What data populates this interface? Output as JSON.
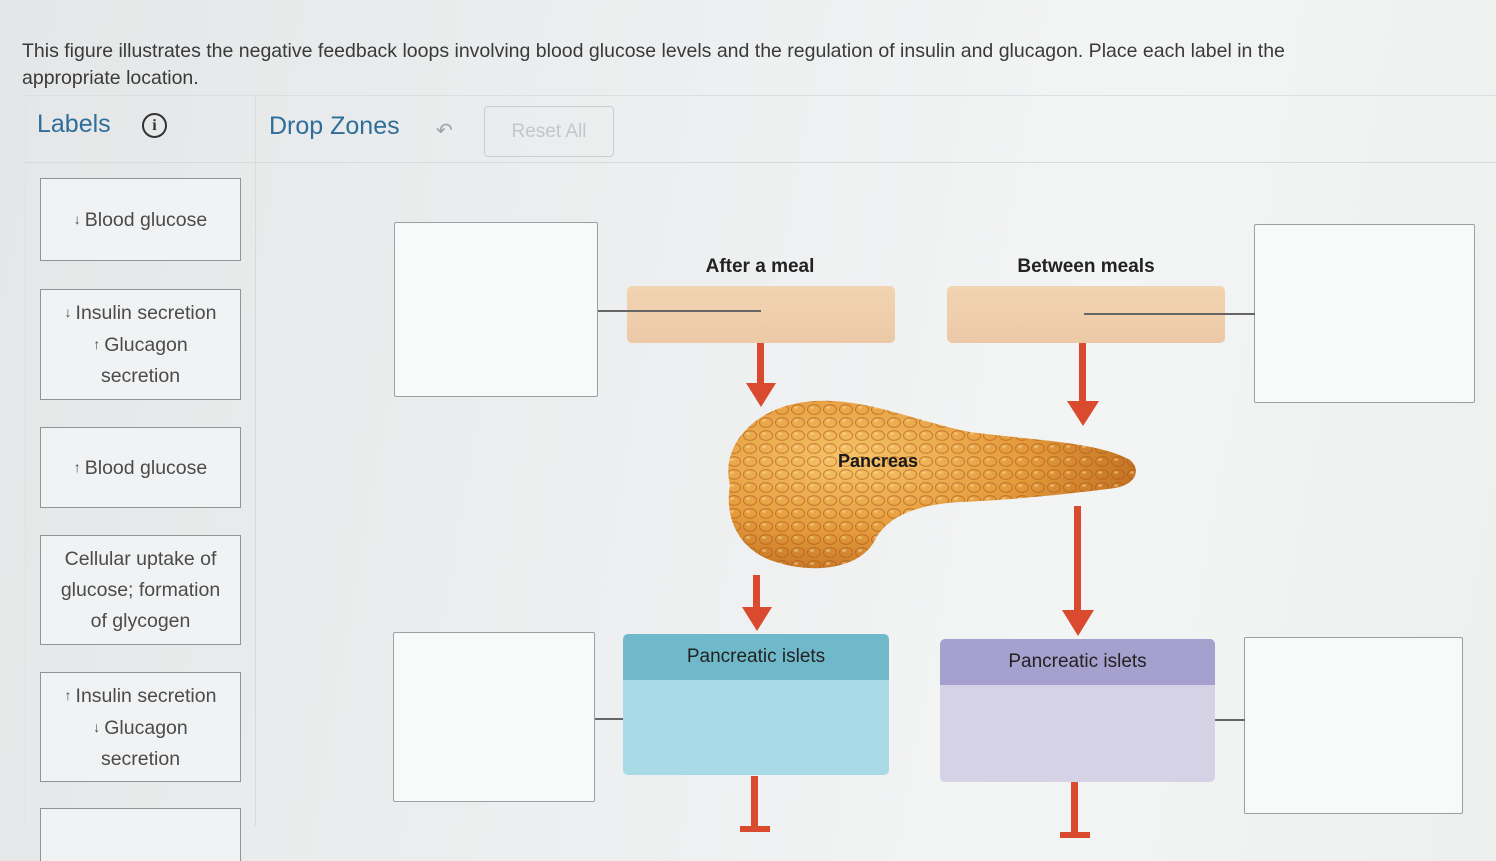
{
  "instructions": "This figure illustrates the negative feedback loops involving blood glucose levels and the regulation of insulin and glucagon. Place each label in the appropriate location.",
  "labels_panel": {
    "heading": "Labels",
    "info_icon": "info-circle-icon",
    "items": [
      {
        "arrow": "↓",
        "text": "Blood glucose"
      },
      {
        "arrow": "↓",
        "line1": "Insulin secretion",
        "arrow2": "↑",
        "line2": "Glucagon",
        "line3": "secretion"
      },
      {
        "arrow": "↑",
        "text": "Blood glucose"
      },
      {
        "line1": "Cellular uptake of",
        "line2": "glucose; formation",
        "line3": "of glycogen"
      },
      {
        "arrow": "↑",
        "line1": "Insulin secretion",
        "arrow2": "↓",
        "line2": "Glucagon",
        "line3": "secretion"
      }
    ]
  },
  "drop_zones": {
    "heading": "Drop Zones",
    "undo_icon": "undo-arrow-icon",
    "reset_label": "Reset All"
  },
  "diagram": {
    "after_meal": "After a meal",
    "between_meals": "Between meals",
    "pancreas": "Pancreas",
    "islets_left": "Pancreatic islets",
    "islets_right": "Pancreatic islets",
    "colors": {
      "tan": "#ecc9a6",
      "islet_blue": "#6fb9cb",
      "islet_purple": "#a6a0cf",
      "arrow_red": "#d94a2e",
      "link_blue": "#2f6e9a"
    }
  }
}
